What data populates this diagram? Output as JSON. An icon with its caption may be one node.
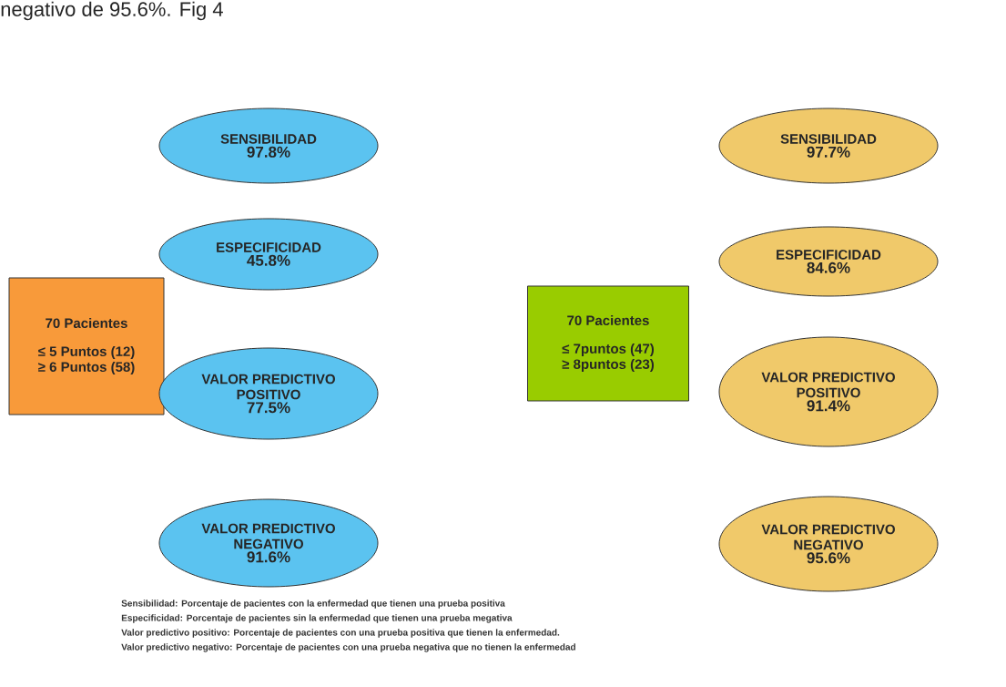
{
  "diagram": {
    "nodes": [
      {
        "text": [
          "70 Pacientes",
          "≤ 5 Puntos (12)",
          "≥ 6 Puntos (58)"
        ]
      },
      {
        "text": [
          "SENSIBILIDAD",
          "97.8%"
        ]
      },
      {
        "text": [
          "ESPECIFICIDAD",
          "45.8%"
        ]
      },
      {
        "text": [
          "VALOR PREDICTIVO POSITIVO",
          "77.5%"
        ]
      },
      {
        "text": [
          "VALOR PREDICTIVO NEGATIVO",
          "91.6%"
        ]
      },
      {
        "text": [
          "70 Pacientes",
          "≤ 7puntos (47)",
          "≥ 8puntos (23)"
        ]
      },
      {
        "text": [
          "SENSIBILIDAD",
          "97.7%"
        ]
      },
      {
        "text": [
          "ESPECIFICIDAD",
          "84.6%"
        ]
      },
      {
        "text": [
          "VALOR PREDICTIVO POSITIVO",
          "91.4%"
        ]
      },
      {
        "text": [
          "VALOR PREDICTIVO NEGATIVO",
          "95.6%"
        ]
      }
    ],
    "labels": [
      "negativo de 95.6%. Fig 4",
      "Sensibilidad: Porcentaje de pacientes con la enfermedad que tienen una prueba positiva",
      "Especificidad: Porcentaje de pacientes sin la enfermedad que tienen una prueba megativa",
      "Valor predictivo positivo: Porcentaje de pacientes con una prueba positiva que tienen la enfermedad.",
      "Valor predictivo negativo: Porcentaje de pacientes con una prueba negativa que no tienen la enfermedad"
    ]
  }
}
